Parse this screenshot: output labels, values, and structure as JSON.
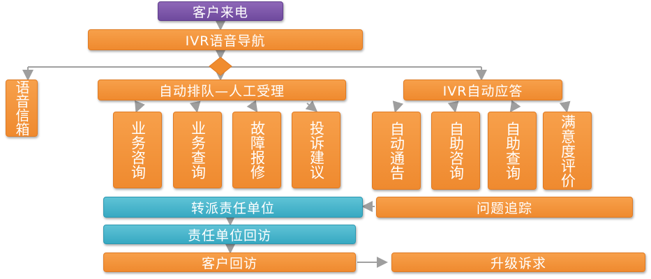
{
  "diagram": {
    "customer_call": "客户来电",
    "ivr_nav": "IVR语音导航",
    "voice_mailbox": "语音信箱",
    "auto_queue": "自动排队—人工受理",
    "ivr_auto_answer": "IVR自动应答",
    "manual_items": [
      "业务咨询",
      "业务查询",
      "故障报修",
      "投诉建议"
    ],
    "auto_items": [
      "自动通告",
      "自助咨询",
      "自助查询",
      "满意度评价"
    ],
    "dispatch": "转派责任单位",
    "issue_tracking": "问题追踪",
    "unit_followup": "责任单位回访",
    "customer_followup": "客户回访",
    "escalate": "升级诉求"
  },
  "colors": {
    "orange": "#f09134",
    "teal": "#44b3c9",
    "purple": "#7a55a8",
    "connector": "#9e9e9e",
    "diamond": "#f08c2e"
  }
}
